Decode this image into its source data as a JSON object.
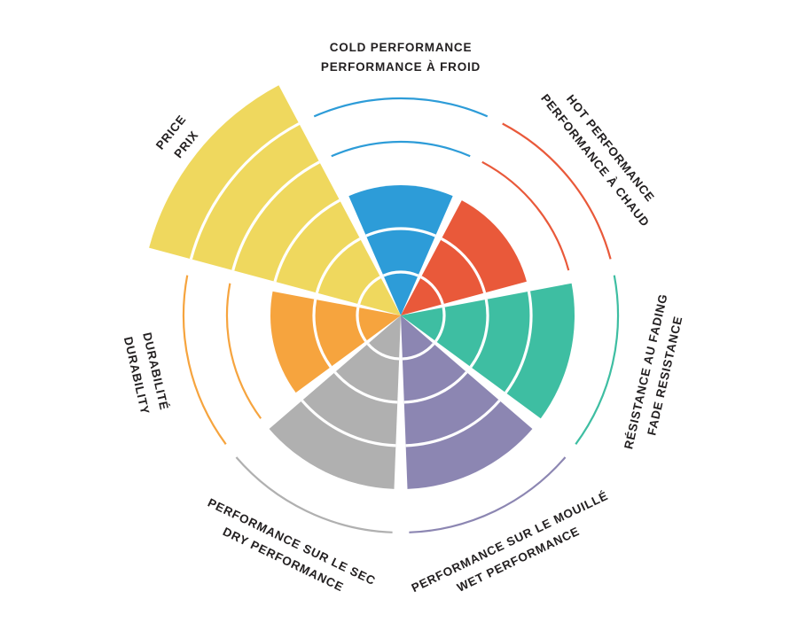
{
  "page": {
    "background": "#ffffff"
  },
  "chart_data": {
    "type": "pie",
    "variant": "segmented-polar-rating-wheel",
    "title": "",
    "description": "Seven-sector product rating wheel. Each sector has 5 concentric ring levels; the filled wedge height is the rating. Unfilled ring boundaries are drawn as thin arcs in the sector color. PRICE overflows one ring beyond the outer scale.",
    "rings": 5,
    "direction": "clockwise",
    "start_sector_at_top": true,
    "legend_position": "labels-around-perimeter",
    "label_color": "#232021",
    "background": "#ffffff",
    "categories": [
      {
        "id": "cold-performance",
        "lines": [
          "COLD PERFORMANCE",
          "PERFORMANCE À FROID"
        ],
        "value": 3,
        "color": "#2d9cd8",
        "label_radius": 293
      },
      {
        "id": "hot-performance",
        "lines": [
          "HOT PERFORMANCE",
          "PERFORMANCE À CHAUD"
        ],
        "value": 3,
        "color": "#e9593a",
        "label_radius": 293
      },
      {
        "id": "fade-resistance",
        "lines": [
          "RÉSISTANCE AU FADING",
          "FADE RESISTANCE"
        ],
        "value": 4,
        "color": "#3ebea2",
        "label_radius": 293
      },
      {
        "id": "wet-performance",
        "lines": [
          "PERFORMANCE SUR LE MOUILLÉ",
          "WET PERFORMANCE"
        ],
        "value": 4,
        "color": "#8c86b2",
        "label_radius": 293
      },
      {
        "id": "dry-performance",
        "lines": [
          "PERFORMANCE SUR LE SEC",
          "DRY PERFORMANCE"
        ],
        "value": 4,
        "color": "#b0b0b0",
        "label_radius": 293
      },
      {
        "id": "durability",
        "lines": [
          "DURABILITÉ",
          "DURABILITY"
        ],
        "value": 3,
        "color": "#f6a43e",
        "label_radius": 293
      },
      {
        "id": "price",
        "lines": [
          "PRICE",
          "PRIX"
        ],
        "value": 6,
        "color": "#efd85e",
        "label_radius": 322
      }
    ]
  }
}
